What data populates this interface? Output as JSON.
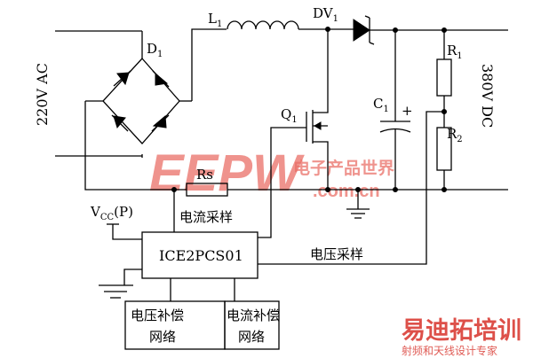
{
  "labels": {
    "input": "220V AC",
    "output": "380V DC",
    "d1": "D",
    "d1_sub": "1",
    "l1": "L",
    "l1_sub": "1",
    "dv1": "DV",
    "dv1_sub": "1",
    "r1": "R",
    "r1_sub": "1",
    "r2": "R",
    "r2_sub": "2",
    "c1": "C",
    "c1_sub": "1",
    "c1_polarity": "+",
    "q1": "Q",
    "q1_sub": "1",
    "rs": "Rs",
    "vcc": "V",
    "vcc_sub": "CC",
    "vcc_suffix": "(P)",
    "current_sense": "电流采样",
    "voltage_sense": "电压采样",
    "ic": "ICE2PCS01",
    "voltage_comp_1": "电压补偿",
    "voltage_comp_2": "网络",
    "current_comp_1": "电流补偿",
    "current_comp_2": "网络"
  },
  "watermark": {
    "text": "EEPW",
    "cn": "电子产品世界",
    "site": ".com.cn",
    "color": "#e6564c"
  },
  "logo": {
    "text": "易迪拓培训",
    "sub": "射频和天线设计专家",
    "color": "#d8322a"
  }
}
